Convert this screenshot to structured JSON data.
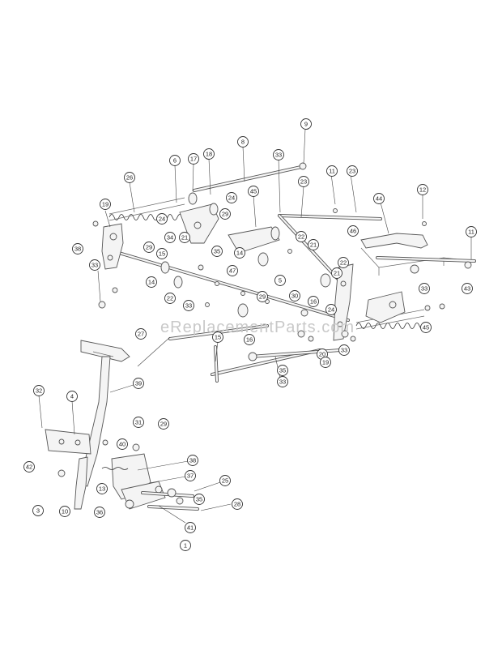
{
  "watermark": "eReplacementParts.com",
  "callouts": [
    "9",
    "8",
    "18",
    "17",
    "6",
    "26",
    "19",
    "24",
    "29",
    "34",
    "38",
    "33",
    "15",
    "14",
    "21",
    "22",
    "23",
    "45",
    "35",
    "47",
    "5",
    "30",
    "16",
    "46",
    "20",
    "27",
    "39",
    "32",
    "4",
    "42",
    "3",
    "10",
    "13",
    "36",
    "31",
    "40",
    "37",
    "41",
    "1",
    "25",
    "28",
    "44",
    "12",
    "11",
    "43"
  ],
  "colors": {
    "line": "#444444",
    "part_fill": "#f4f4f4",
    "watermark": "#c9c9c9"
  }
}
